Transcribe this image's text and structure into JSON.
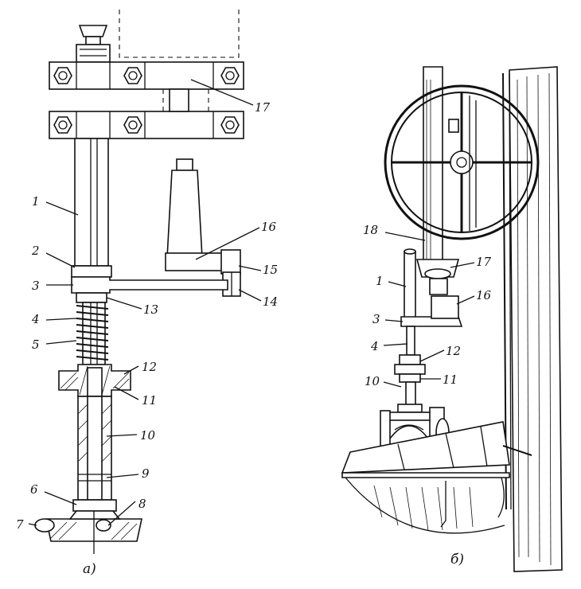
{
  "figure_a": {
    "caption": "а)",
    "labels": [
      {
        "id": "1",
        "text": "1"
      },
      {
        "id": "2",
        "text": "2"
      },
      {
        "id": "3",
        "text": "3"
      },
      {
        "id": "4",
        "text": "4"
      },
      {
        "id": "5",
        "text": "5"
      },
      {
        "id": "6",
        "text": "6"
      },
      {
        "id": "7",
        "text": "7"
      },
      {
        "id": "8",
        "text": "8"
      },
      {
        "id": "9",
        "text": "9"
      },
      {
        "id": "10",
        "text": "10"
      },
      {
        "id": "11",
        "text": "11"
      },
      {
        "id": "12",
        "text": "12"
      },
      {
        "id": "13",
        "text": "13"
      },
      {
        "id": "14",
        "text": "14"
      },
      {
        "id": "15",
        "text": "15"
      },
      {
        "id": "16",
        "text": "16"
      },
      {
        "id": "17",
        "text": "17"
      }
    ]
  },
  "figure_b": {
    "caption": "б)",
    "labels": [
      {
        "id": "18",
        "text": "18"
      },
      {
        "id": "17",
        "text": "17"
      },
      {
        "id": "1",
        "text": "1"
      },
      {
        "id": "16",
        "text": "16"
      },
      {
        "id": "3",
        "text": "3"
      },
      {
        "id": "4",
        "text": "4"
      },
      {
        "id": "12",
        "text": "12"
      },
      {
        "id": "10",
        "text": "10"
      },
      {
        "id": "11",
        "text": "11"
      }
    ]
  }
}
